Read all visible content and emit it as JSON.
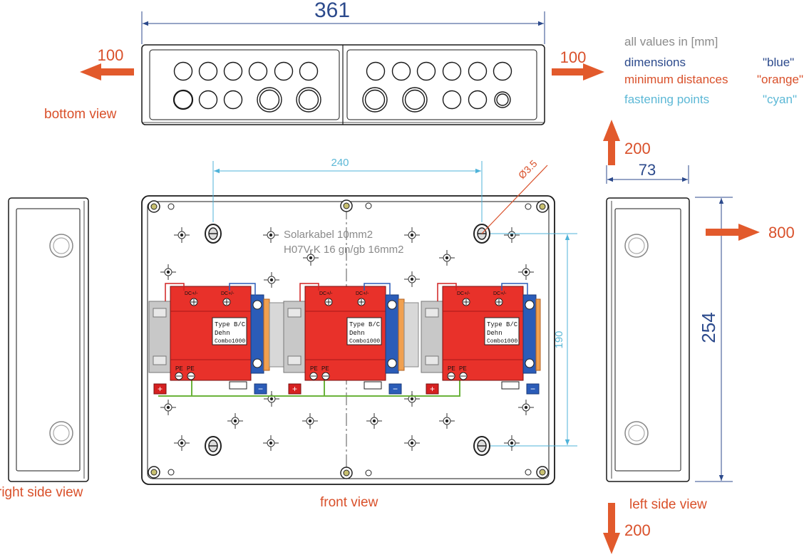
{
  "legend": {
    "title": "all values in [mm]",
    "rows": [
      {
        "name": "dimensions",
        "value": "\"blue\""
      },
      {
        "name": "minimum distances",
        "value": "\"orange\""
      },
      {
        "name": "fastening points",
        "value": "\"cyan\""
      }
    ]
  },
  "views": {
    "bottom": "bottom view",
    "front": "front view",
    "right_side": "right side view",
    "left_side": "left side view"
  },
  "dimensions": {
    "width": "361",
    "depth": "73",
    "height": "254",
    "fastening_horizontal": "240",
    "fastening_vertical": "190",
    "hole_diameter": "Ø3.5"
  },
  "min_distances": {
    "left": "100",
    "right_top": "100",
    "right": "800",
    "top": "200",
    "bottom": "200"
  },
  "cable_note": {
    "line1": "Solarkabel 10mm2",
    "line2": "H07V-K 16 gn/gb 16mm2"
  },
  "modules": [
    {
      "type_label": "Type B/C",
      "brand": "Dehn",
      "model": "Combo1000",
      "terminal_top_left": "DC+/-",
      "terminal_top_right": "DC+/-",
      "pe1": "PE",
      "pe2": "PE",
      "plus": "+",
      "minus": "−"
    },
    {
      "type_label": "Type B/C",
      "brand": "Dehn",
      "model": "Combo1000",
      "terminal_top_left": "DC+/-",
      "terminal_top_right": "DC+/-",
      "pe1": "PE",
      "pe2": "PE",
      "plus": "+",
      "minus": "−"
    },
    {
      "type_label": "Type B/C",
      "brand": "Dehn",
      "model": "Combo1000",
      "terminal_top_left": "DC+/-",
      "terminal_top_right": "DC+/-",
      "pe1": "PE",
      "pe2": "PE",
      "plus": "+",
      "minus": "−"
    }
  ],
  "colors": {
    "dimension_blue": "#2c4a8c",
    "min_distance_orange": "#d9502a",
    "fastening_cyan": "#5cb8d6",
    "module_red": "#e8312a",
    "terminal_blue": "#2b5cb8",
    "wire_green": "#6bb33b"
  }
}
